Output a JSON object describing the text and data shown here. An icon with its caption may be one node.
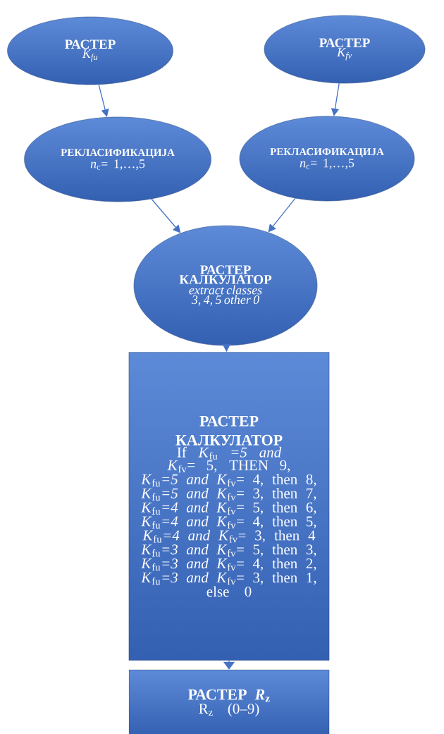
{
  "diagram": {
    "nodes": [
      {
        "text": [
          "РАСТЕР",
          "K$_{fu}$"
        ]
      },
      {
        "text": [
          "РАСТЕР",
          "K$_{fv}$"
        ]
      },
      {
        "text": [
          "РЕКЛАСИФИКАЦИЈА",
          "*n*$_{c}$= 1,…,5"
        ]
      },
      {
        "text": [
          "РЕКЛАСИФИКАЦИЈА",
          "*n*$_{c}$= 1,…,5"
        ]
      },
      {
        "text": [
          "РАСТЕР КАЛКУЛАТОР",
          "extract classes 3, 4, 5 other 0"
        ]
      },
      {
        "text": [
          "РАСТЕР КАЛКУЛАТОР",
          "If *K*$_{fu}$ *=5 and K*$_{fv}$= 5, THEN 9,",
          "*K*$_{fu}$*=5 and K*$_{fv}$= 4, then 8,",
          "*K*$_{fu}$*=5 and K*$_{fv}$= 3, then 7,",
          "*K*$_{fu}$*=4 and K*$_{fv}$= 5, then 6,",
          "*K*$_{fu}$*=4 and K*$_{fv}$= 4, then 5,",
          "*K*$_{fu}$*=4 and K*$_{fv}$= 3, then 4",
          "*K*$_{fu}$*=3 and K*$_{fv}$= 5, then 3,",
          "*K*$_{fu}$*=3 and K*$_{fv}$= 4, then 2,",
          "*K*$_{fu}$*=3 and K*$_{fv}$= 3, then 1,",
          "else 0"
        ]
      },
      {
        "text": [
          "РАСТЕР *R*$_{z}$",
          "R$_{z}$ (0–9)"
        ]
      }
    ],
    "edges": [
      {
        "from": 0,
        "to": 2,
        "arrow": "to"
      },
      {
        "from": 1,
        "to": 3,
        "arrow": "to"
      },
      {
        "from": 2,
        "to": 4,
        "arrow": "to"
      },
      {
        "from": 3,
        "to": 4,
        "arrow": "to"
      },
      {
        "from": 4,
        "to": 5,
        "arrow": "to"
      },
      {
        "from": 5,
        "to": 6,
        "arrow": "to"
      }
    ]
  }
}
